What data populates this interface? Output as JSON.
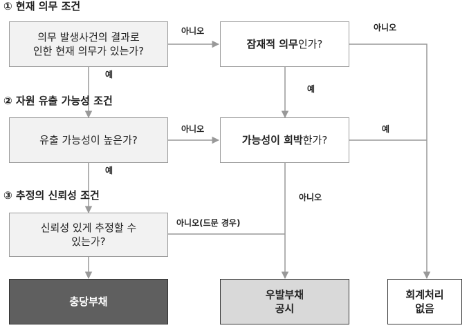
{
  "headings": {
    "h1": "① 현재 의무 조건",
    "h2": "② 자원 유출 가능성 조건",
    "h3": "③ 추정의 신뢰성 조건"
  },
  "boxes": {
    "q1": "의무 발생사건의 결과로\n인한 현재 의무가 있는가?",
    "q2": "유출 가능성이 높은가?",
    "q3": "신뢰성 있게 추정할 수\n있는가?",
    "potential_bold": "잠재적 의무",
    "potential_rest": "인가?",
    "remote_bold": "가능성이 희박",
    "remote_rest": "한가?",
    "provision": "충당부채",
    "contingent": "우발부채\n공시",
    "none": "회계처리\n없음"
  },
  "labels": {
    "no1": "아니오",
    "no2": "아니오",
    "no3": "아니오",
    "no4": "아니오",
    "no_rare": "아니오(드문 경우)",
    "yes1": "예",
    "yes2": "예",
    "yes3": "예",
    "yes4": "예"
  }
}
